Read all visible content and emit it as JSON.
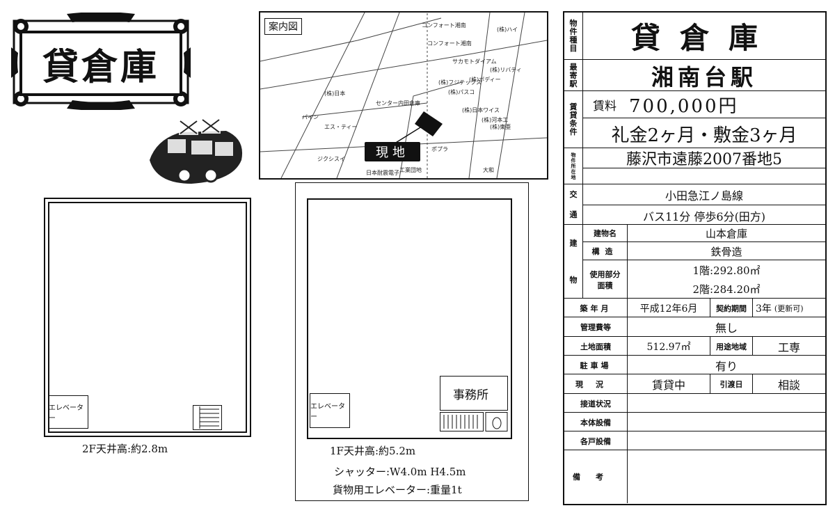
{
  "header": {
    "logo_text": "貸倉庫"
  },
  "map": {
    "title": "案内図",
    "site_label": "現地",
    "labels": [
      "コンフォート湘南",
      "コンフォート湘南",
      "サカモトダイアム",
      "(株)フジテックス",
      "(株)ボディー",
      "(株)パスコ",
      "(株)リバティ",
      "(株)日本ワイス",
      "(株)河本工",
      "(株)東亜",
      "(株)日本",
      "センター内田倉庫",
      "(株)ハイ",
      "パイン",
      "エス・ティー",
      "ジクシスイ",
      "工業団地",
      "日本耐震電子",
      "大和",
      "ポプラ"
    ]
  },
  "floor_2f": {
    "elevator_label": "エレベーター",
    "caption": "2F天井高:約2.8m"
  },
  "floor_1f": {
    "elevator_label": "エレベーター",
    "office_label": "事務所",
    "caption_height": "1F天井高:約5.2m",
    "caption_shutter": "シャッター:W4.0m H4.5m",
    "caption_freight": "貨物用エレベーター:重量1t"
  },
  "table": {
    "type_label": [
      "物",
      "件",
      "種",
      "目"
    ],
    "type_value": "貸倉庫",
    "station_label": [
      "最",
      "寄",
      "駅"
    ],
    "station_value": "湘南台駅",
    "terms_label": [
      "賃",
      "貸",
      "条",
      "件"
    ],
    "rent_label": "賃料",
    "rent_value": "700,000円",
    "deposit_value": "礼金2ヶ月・敷金3ヶ月",
    "address_label": [
      "物",
      "件",
      "所",
      "在",
      "地"
    ],
    "address_value": "藤沢市遠藤2007番地5",
    "transit_label": [
      "交",
      "通"
    ],
    "transit_line": "小田急江ノ島線",
    "transit_bus": "バス11分 停歩6分(田方)",
    "building_label": [
      "建",
      "物"
    ],
    "building_name_label": "建物名",
    "building_name_value": "山本倉庫",
    "structure_label": "構造",
    "structure_value": "鉄骨造",
    "area_label": "使用部分面積",
    "area_1f": "1階:292.80㎡",
    "area_2f": "2階:284.20㎡",
    "built_label": "築年月",
    "built_value": "平成12年6月",
    "contract_label": "契約期間",
    "contract_value": "3年",
    "contract_note": "(更新可)",
    "mgmt_label": "管理費等",
    "mgmt_value": "無し",
    "land_label": "土地面積",
    "land_value": "512.97㎡",
    "zoning_label": "用途地域",
    "zoning_value": "工専",
    "parking_label": "駐車場",
    "parking_value": "有り",
    "status_label": "現況",
    "status_value": "賃貸中",
    "handover_label": "引渡日",
    "handover_value": "相談",
    "road_label": "接道状況",
    "facility_label": "本体設備",
    "unit_facility_label": "各戸設備",
    "remarks_label": "備考"
  }
}
